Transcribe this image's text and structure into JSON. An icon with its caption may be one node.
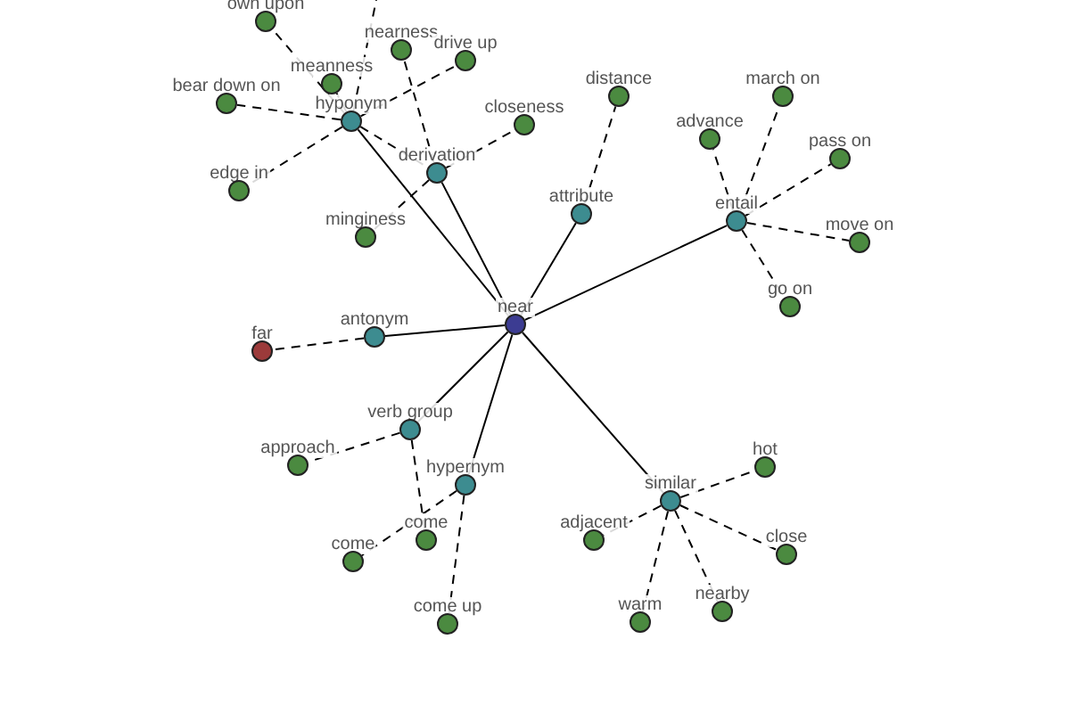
{
  "diagram": {
    "nodes": [
      {
        "text": [
          "near"
        ]
      },
      {
        "text": [
          "hyponym"
        ]
      },
      {
        "text": [
          "derivation"
        ]
      },
      {
        "text": [
          "attribute"
        ]
      },
      {
        "text": [
          "entail"
        ]
      },
      {
        "text": [
          "antonym"
        ]
      },
      {
        "text": [
          "verb group"
        ]
      },
      {
        "text": [
          "hypernym"
        ]
      },
      {
        "text": [
          "similar"
        ]
      },
      {
        "text": [
          "own upon"
        ]
      },
      {
        "text": [
          "meanness"
        ]
      },
      {
        "text": [
          "nearness"
        ]
      },
      {
        "text": [
          "drive up"
        ]
      },
      {
        "text": [
          "bear down on"
        ]
      },
      {
        "text": [
          "closeness"
        ]
      },
      {
        "text": [
          "edge in"
        ]
      },
      {
        "text": [
          "minginess"
        ]
      },
      {
        "text": [
          "distance"
        ]
      },
      {
        "text": [
          "march on"
        ]
      },
      {
        "text": [
          "advance"
        ]
      },
      {
        "text": [
          "pass on"
        ]
      },
      {
        "text": [
          "move on"
        ]
      },
      {
        "text": [
          "go on"
        ]
      },
      {
        "text": [
          "far"
        ]
      },
      {
        "text": [
          "approach"
        ]
      },
      {
        "text": [
          "come"
        ]
      },
      {
        "text": [
          "come"
        ]
      },
      {
        "text": [
          "come up"
        ]
      },
      {
        "text": [
          "hot"
        ]
      },
      {
        "text": [
          "adjacent"
        ]
      },
      {
        "text": [
          "close"
        ]
      },
      {
        "text": [
          "warm"
        ]
      },
      {
        "text": [
          "nearby"
        ]
      }
    ],
    "edges": [
      {
        "from": 0,
        "to": 1,
        "arrow": "none"
      },
      {
        "from": 0,
        "to": 2,
        "arrow": "none"
      },
      {
        "from": 0,
        "to": 3,
        "arrow": "none"
      },
      {
        "from": 0,
        "to": 4,
        "arrow": "none"
      },
      {
        "from": 0,
        "to": 5,
        "arrow": "none"
      },
      {
        "from": 0,
        "to": 6,
        "arrow": "none"
      },
      {
        "from": 0,
        "to": 7,
        "arrow": "none"
      },
      {
        "from": 0,
        "to": 8,
        "arrow": "none"
      },
      {
        "from": 1,
        "to": 9,
        "arrow": "none",
        "style": "dashed"
      },
      {
        "from": 1,
        "to": 10,
        "arrow": "none",
        "style": "dashed"
      },
      {
        "from": 1,
        "to": 12,
        "arrow": "none",
        "style": "dashed"
      },
      {
        "from": 1,
        "to": 13,
        "arrow": "none",
        "style": "dashed"
      },
      {
        "from": 1,
        "to": 15,
        "arrow": "none",
        "style": "dashed"
      },
      {
        "from": 1,
        "to": null,
        "arrow": "none",
        "style": "dashed"
      },
      {
        "from": 1,
        "to": 2,
        "arrow": "none",
        "style": "dashed"
      },
      {
        "from": 2,
        "to": 11,
        "arrow": "none",
        "style": "dashed"
      },
      {
        "from": 2,
        "to": 14,
        "arrow": "none",
        "style": "dashed"
      },
      {
        "from": 2,
        "to": 16,
        "arrow": "none",
        "style": "dashed"
      },
      {
        "from": 3,
        "to": 17,
        "arrow": "none",
        "style": "dashed"
      },
      {
        "from": 4,
        "to": 18,
        "arrow": "none",
        "style": "dashed"
      },
      {
        "from": 4,
        "to": 19,
        "arrow": "none",
        "style": "dashed"
      },
      {
        "from": 4,
        "to": 20,
        "arrow": "none",
        "style": "dashed"
      },
      {
        "from": 4,
        "to": 21,
        "arrow": "none",
        "style": "dashed"
      },
      {
        "from": 4,
        "to": 22,
        "arrow": "none",
        "style": "dashed"
      },
      {
        "from": 5,
        "to": 23,
        "arrow": "none",
        "style": "dashed"
      },
      {
        "from": 6,
        "to": 24,
        "arrow": "none",
        "style": "dashed"
      },
      {
        "from": 6,
        "to": 26,
        "arrow": "none",
        "style": "dashed"
      },
      {
        "from": 7,
        "to": 25,
        "arrow": "none",
        "style": "dashed"
      },
      {
        "from": 7,
        "to": 27,
        "arrow": "none",
        "style": "dashed"
      },
      {
        "from": 8,
        "to": 28,
        "arrow": "none",
        "style": "dashed"
      },
      {
        "from": 8,
        "to": 29,
        "arrow": "none",
        "style": "dashed"
      },
      {
        "from": 8,
        "to": 30,
        "arrow": "none",
        "style": "dashed"
      },
      {
        "from": 8,
        "to": 31,
        "arrow": "none",
        "style": "dashed"
      },
      {
        "from": 8,
        "to": 32,
        "arrow": "none",
        "style": "dashed"
      }
    ]
  }
}
